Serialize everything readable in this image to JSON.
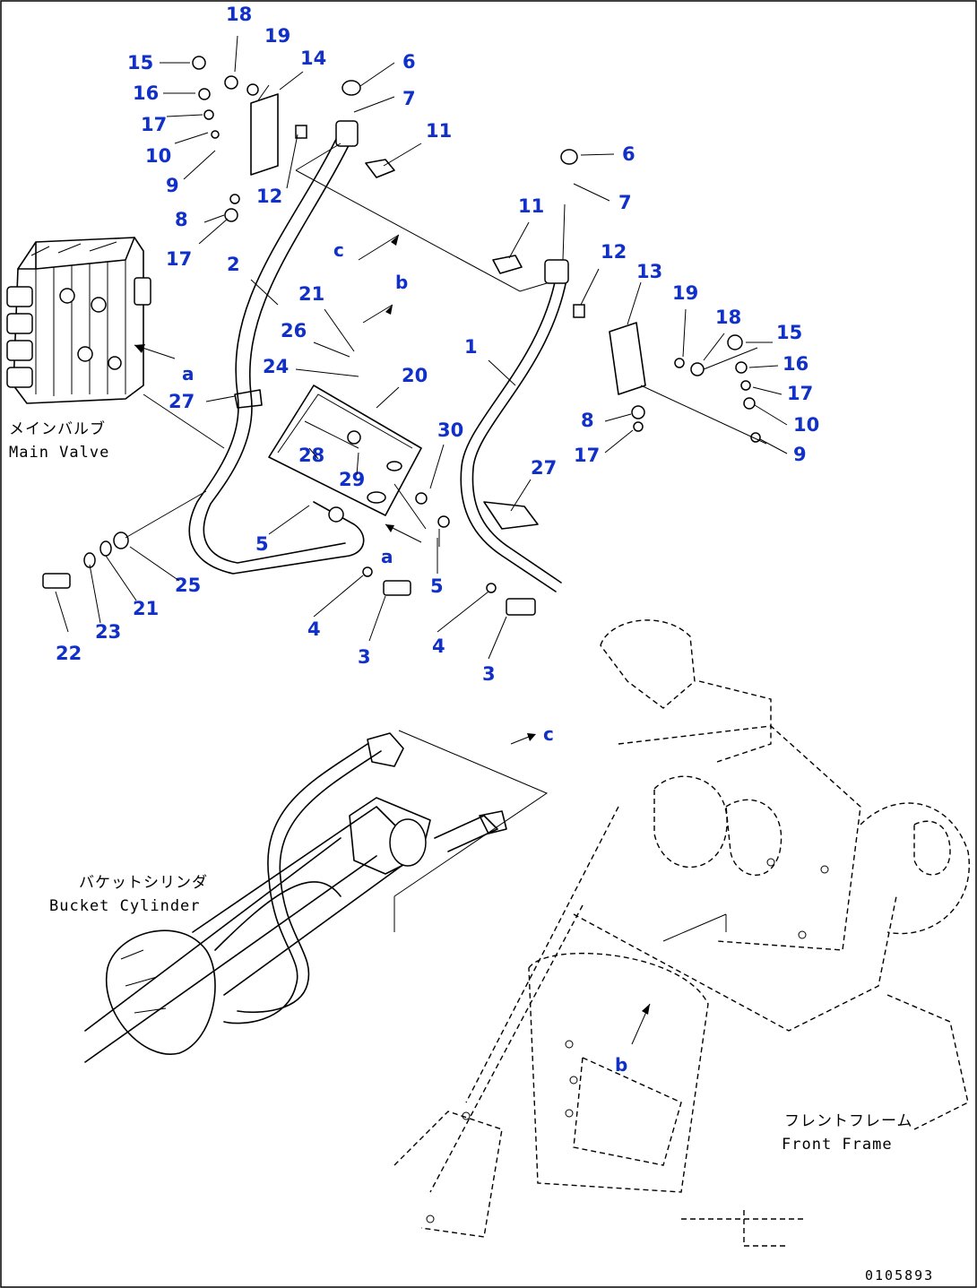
{
  "callouts": {
    "c1": "1",
    "c2": "2",
    "c3a": "3",
    "c3b": "3",
    "c4a": "4",
    "c4b": "4",
    "c5a": "5",
    "c5b": "5",
    "c6a": "6",
    "c6b": "6",
    "c7a": "7",
    "c7b": "7",
    "c8a": "8",
    "c8b": "8",
    "c9a": "9",
    "c9b": "9",
    "c10a": "10",
    "c10b": "10",
    "c11a": "11",
    "c11b": "11",
    "c12a": "12",
    "c12b": "12",
    "c13": "13",
    "c14": "14",
    "c15a": "15",
    "c15b": "15",
    "c16a": "16",
    "c16b": "16",
    "c17a": "17",
    "c17b": "17",
    "c17c": "17",
    "c17d": "17",
    "c18a": "18",
    "c18b": "18",
    "c19a": "19",
    "c19b": "19",
    "c20": "20",
    "c21a": "21",
    "c21b": "21",
    "c22": "22",
    "c23": "23",
    "c24": "24",
    "c25": "25",
    "c26": "26",
    "c27a": "27",
    "c27b": "27",
    "c28": "28",
    "c29": "29",
    "c30": "30"
  },
  "view_markers": {
    "a1": "a",
    "a2": "a",
    "b1": "b",
    "b2": "b",
    "c1": "c",
    "c2": "c"
  },
  "labels": {
    "main_valve_jp": "メインバルブ",
    "main_valve_en": "Main Valve",
    "bucket_cylinder_jp": "バケットシリンダ",
    "bucket_cylinder_en": "Bucket Cylinder",
    "front_frame_jp": "フレントフレーム",
    "front_frame_en": "Front Frame"
  },
  "document_id": "0105893"
}
